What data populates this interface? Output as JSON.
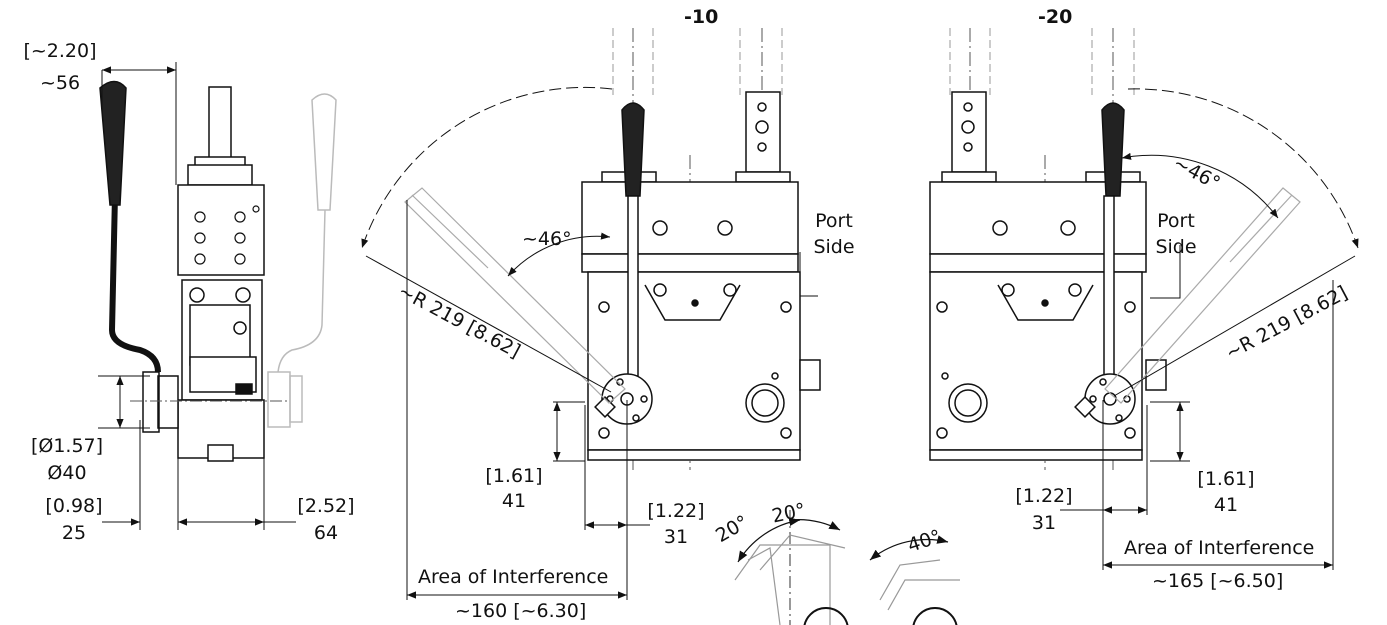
{
  "views": {
    "minus10": {
      "title": "-10"
    },
    "minus20": {
      "title": "-20"
    }
  },
  "side_view": {
    "handle_offset": {
      "inch": "[~2.20]",
      "mm": "~56"
    },
    "diameter": {
      "inch": "[Ø1.57]",
      "mm": "Ø40"
    },
    "offset_small": {
      "inch": "[0.98]",
      "mm": "25"
    },
    "width": {
      "inch": "[2.52]",
      "mm": "64"
    }
  },
  "view_minus10": {
    "radius": "~R 219 [8.62]",
    "angle": "~46°",
    "port_side": [
      "Port",
      "Side"
    ],
    "height_dim": {
      "inch": "[1.61]",
      "mm": "41"
    },
    "pivot_offset": {
      "inch": "[1.22]",
      "mm": "31"
    },
    "interference_label": "Area of Interference",
    "interference_value": "~160 [~6.30]"
  },
  "view_minus20": {
    "radius": "~R 219 [8.62]",
    "angle": "~46°",
    "port_side": [
      "Port",
      "Side"
    ],
    "height_dim": {
      "inch": "[1.61]",
      "mm": "41"
    },
    "pivot_offset": {
      "inch": "[1.22]",
      "mm": "31"
    },
    "interference_label": "Area of Interference",
    "interference_value": "~165 [~6.50]"
  },
  "detail": {
    "angle_a": "20°",
    "angle_b": "20°",
    "angle_c": "40°"
  },
  "colors": {
    "line": "#111111",
    "ghost": "#bbbbbb",
    "centerline": "#555555"
  }
}
